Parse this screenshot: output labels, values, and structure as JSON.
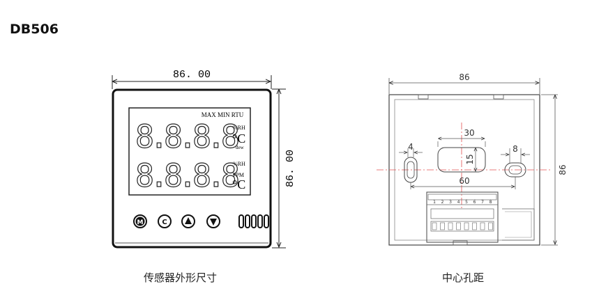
{
  "title": "DB506",
  "front_view": {
    "width_dim": "86. 00",
    "height_dim": "86. 00",
    "lcd_header": "MAX MIN RTU",
    "row1_digits": "8.8.8.8",
    "row2_digits": "8.8.8.8",
    "unit_rh_top": "%RH",
    "unit_degc_top": "°C",
    "unit_dew": "dew",
    "unit_rh_bottom": "%RH",
    "unit_ppm": "PPM",
    "unit_degc_bottom": "°C",
    "buttons": [
      "M",
      "C",
      "▲",
      "▼"
    ],
    "caption": "传感器外形尺寸"
  },
  "back_view": {
    "width_dim": "86",
    "height_dim": "86",
    "slot_width_dim": "30",
    "slot_height_dim": "15",
    "left_hole_dim": "4",
    "right_hole_dim": "8",
    "center_spacing_dim": "60",
    "terminal_labels": [
      "1",
      "2",
      "3",
      "4",
      "5",
      "6",
      "7",
      "8"
    ],
    "caption": "中心孔距"
  }
}
